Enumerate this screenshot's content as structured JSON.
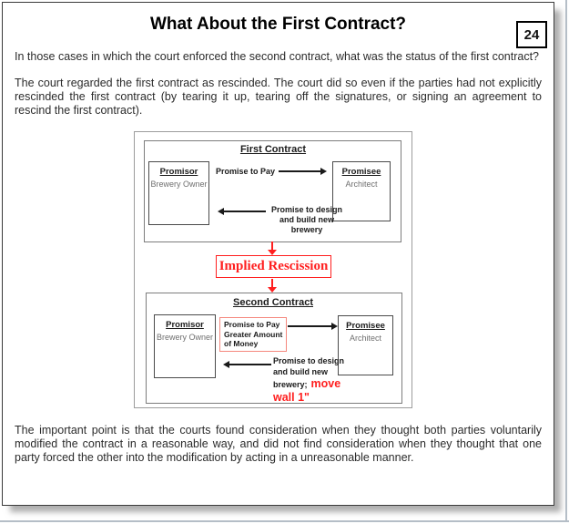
{
  "page": {
    "title": "What About the First Contract?",
    "page_number": "24",
    "paragraphs": {
      "question": "In those cases in which the court enforced the second contract, what was the status of the first contract?",
      "answer": "The court regarded the first contract as rescinded.  The court did so even if the parties had not explicitly rescinded the first contract (by tearing it up, tearing off the signatures, or signing an agreement to rescind the first contract).",
      "conclusion": "The important point is that the courts found consideration when they thought both parties voluntarily modified the contract in a reasonable way, and did not find consideration when they thought that one party forced the other into the modification by acting in a unreasonable manner."
    }
  },
  "diagram": {
    "first_contract": {
      "title": "First Contract",
      "promisor": {
        "role": "Promisor",
        "name": "Brewery Owner"
      },
      "promisee": {
        "role": "Promisee",
        "name": "Architect"
      },
      "promise_to_pay": "Promise to Pay",
      "return_promise_lines": [
        "Promise to design",
        "and build new",
        "brewery"
      ]
    },
    "rescission": {
      "label": "Implied Rescission"
    },
    "second_contract": {
      "title": "Second Contract",
      "promisor": {
        "role": "Promisor",
        "name": "Brewery Owner"
      },
      "promisee": {
        "role": "Promisee",
        "name": "Architect"
      },
      "promise_to_pay_lines": [
        "Promise to Pay",
        "Greater Amount",
        "of Money"
      ],
      "return_promise": {
        "line1": "Promise to design",
        "line2": "and build new",
        "line3_black": "brewery;",
        "line3_red": "move",
        "line4_red": "wall 1\""
      }
    },
    "colors": {
      "red_accent": "#ff1f1f",
      "salmon_border": "#f5887e",
      "muted_gray_text": "#6f6f6f",
      "page_border": "#3a3a3a"
    }
  }
}
